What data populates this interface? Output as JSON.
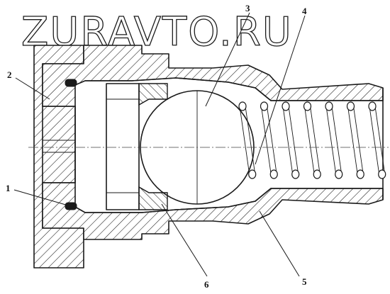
{
  "watermark": "ZURAVTO.RU",
  "callouts": [
    {
      "id": "1"
    },
    {
      "id": "2"
    },
    {
      "id": "3"
    },
    {
      "id": "4"
    },
    {
      "id": "5"
    },
    {
      "id": "6"
    }
  ]
}
